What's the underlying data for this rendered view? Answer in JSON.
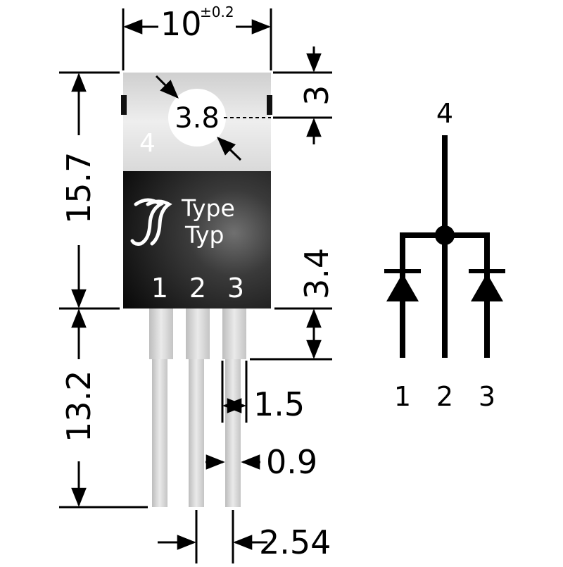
{
  "package": {
    "dimensions": {
      "width": "10",
      "width_tolerance": "±0.2",
      "hole_diameter": "3.8",
      "hole_offset": "3",
      "body_height": "15.7",
      "lead_shoulder": "3.4",
      "lead_length": "13.2",
      "lead_width_upper": "1.5",
      "lead_width_lower": "0.9",
      "pitch": "2.54"
    },
    "tab_pin_label": "4",
    "type_label_1": "Type",
    "type_label_2": "Typ",
    "pin_labels": [
      "1",
      "2",
      "3"
    ]
  },
  "schematic": {
    "top_pin": "4",
    "bottom_pins": [
      "1",
      "2",
      "3"
    ]
  },
  "colors": {
    "line": "#000000",
    "tab_light": "#e6e6e6",
    "tab_dark": "#b0b0b0",
    "body_dark": "#1a1a1a",
    "lead": "#d6d6d6"
  }
}
